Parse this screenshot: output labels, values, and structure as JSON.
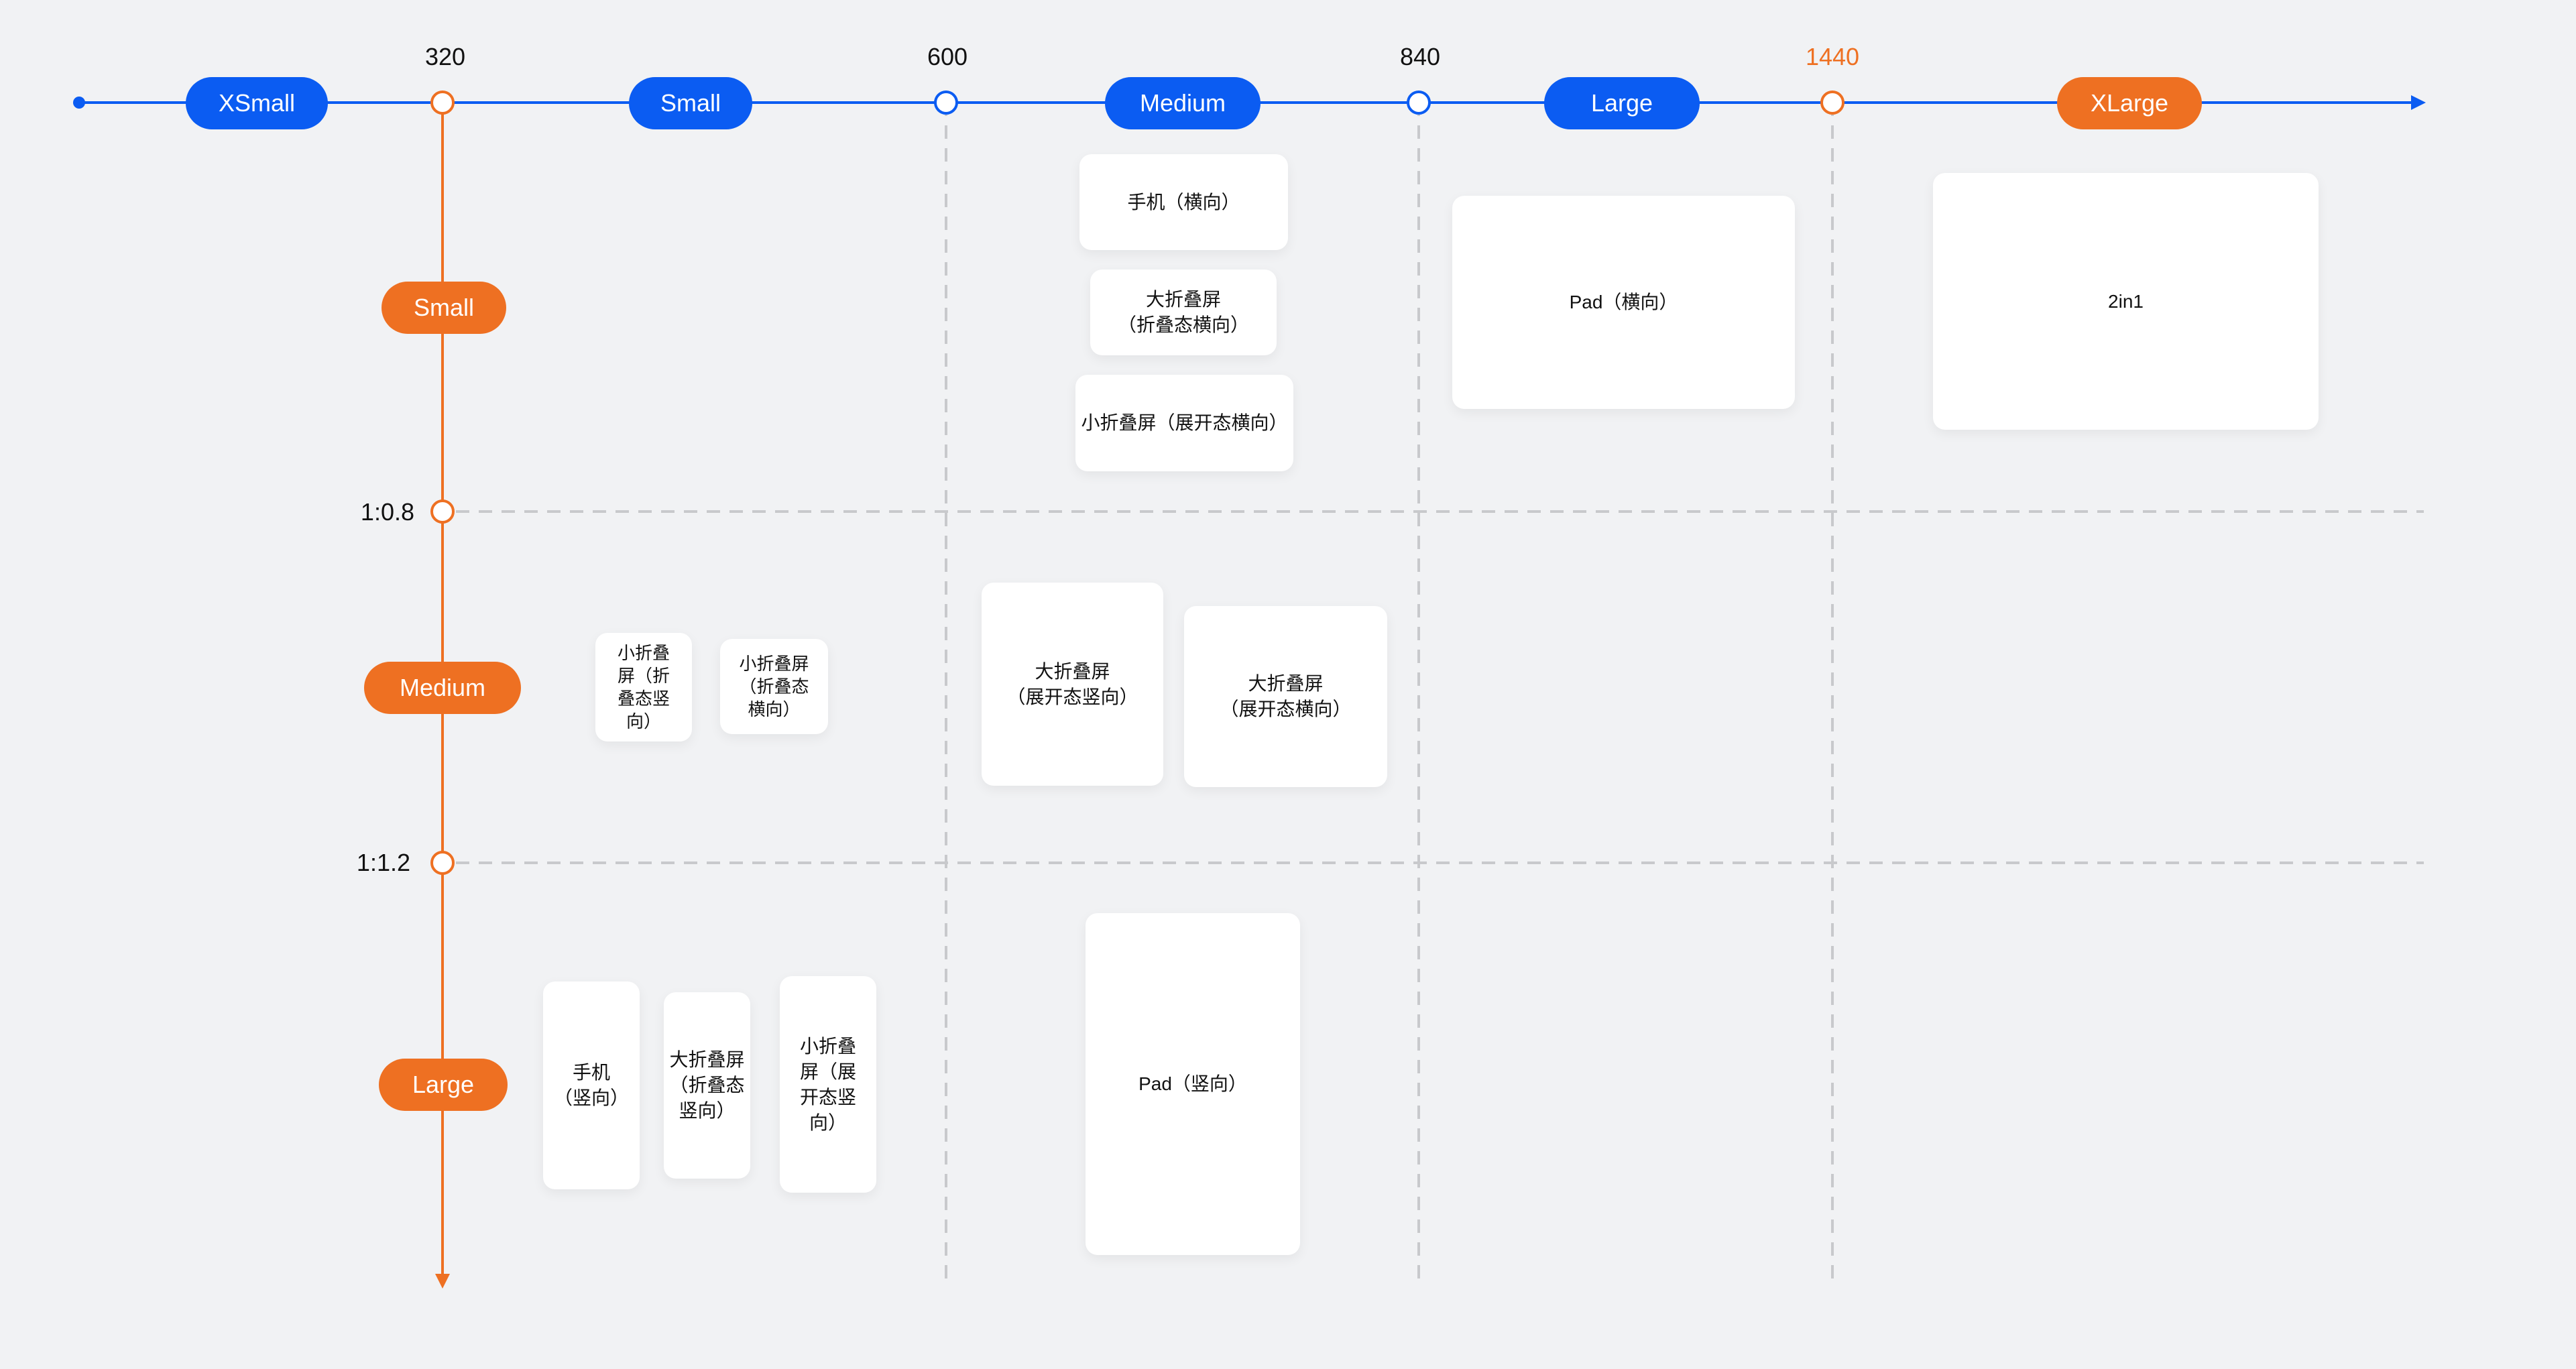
{
  "width_breakpoints": {
    "ticks": [
      {
        "id": "t320",
        "label": "320",
        "color": "#111111"
      },
      {
        "id": "t600",
        "label": "600",
        "color": "#111111"
      },
      {
        "id": "t840",
        "label": "840",
        "color": "#111111"
      },
      {
        "id": "t1440",
        "label": "1440",
        "color": "#ee7022"
      }
    ],
    "pills": [
      {
        "id": "xsmall",
        "label": "XSmall",
        "color": "blue"
      },
      {
        "id": "small",
        "label": "Small",
        "color": "blue"
      },
      {
        "id": "medium",
        "label": "Medium",
        "color": "blue"
      },
      {
        "id": "large",
        "label": "Large",
        "color": "blue"
      },
      {
        "id": "xlarge",
        "label": "XLarge",
        "color": "orange"
      }
    ]
  },
  "height_breakpoints": {
    "ratios": [
      {
        "id": "r08",
        "label": "1:0.8"
      },
      {
        "id": "r12",
        "label": "1:1.2"
      }
    ],
    "pills": [
      {
        "id": "hsmall",
        "label": "Small"
      },
      {
        "id": "hmedium",
        "label": "Medium"
      },
      {
        "id": "hlarge",
        "label": "Large"
      }
    ]
  },
  "devices": [
    {
      "id": "phone-landscape",
      "label": "手机（横向）"
    },
    {
      "id": "large-fold-folded-landscape",
      "label": "大折叠屏\n（折叠态横向）"
    },
    {
      "id": "small-fold-unfolded-landscape",
      "label": "小折叠屏（展开态横向）"
    },
    {
      "id": "pad-landscape",
      "label": "Pad（横向）"
    },
    {
      "id": "2in1",
      "label": "2in1"
    },
    {
      "id": "small-fold-folded-portrait",
      "label": "小折叠\n屏（折\n叠态竖\n向）"
    },
    {
      "id": "small-fold-folded-landscape",
      "label": "小折叠屏\n（折叠态\n横向）"
    },
    {
      "id": "large-fold-unfolded-portrait",
      "label": "大折叠屏\n（展开态竖向）"
    },
    {
      "id": "large-fold-unfolded-landscape",
      "label": "大折叠屏\n（展开态横向）"
    },
    {
      "id": "phone-portrait",
      "label": "手机\n（竖向）"
    },
    {
      "id": "large-fold-folded-portrait",
      "label": "大折叠屏\n（折叠态\n竖向）"
    },
    {
      "id": "small-fold-unfolded-portrait",
      "label": "小折叠\n屏（展\n开态竖\n向）"
    },
    {
      "id": "pad-portrait",
      "label": "Pad（竖向）"
    }
  ],
  "colors": {
    "width_axis": "#0b5cf2",
    "height_axis": "#ee7022",
    "grid": "#c8c9cc",
    "background": "#f1f2f4"
  }
}
